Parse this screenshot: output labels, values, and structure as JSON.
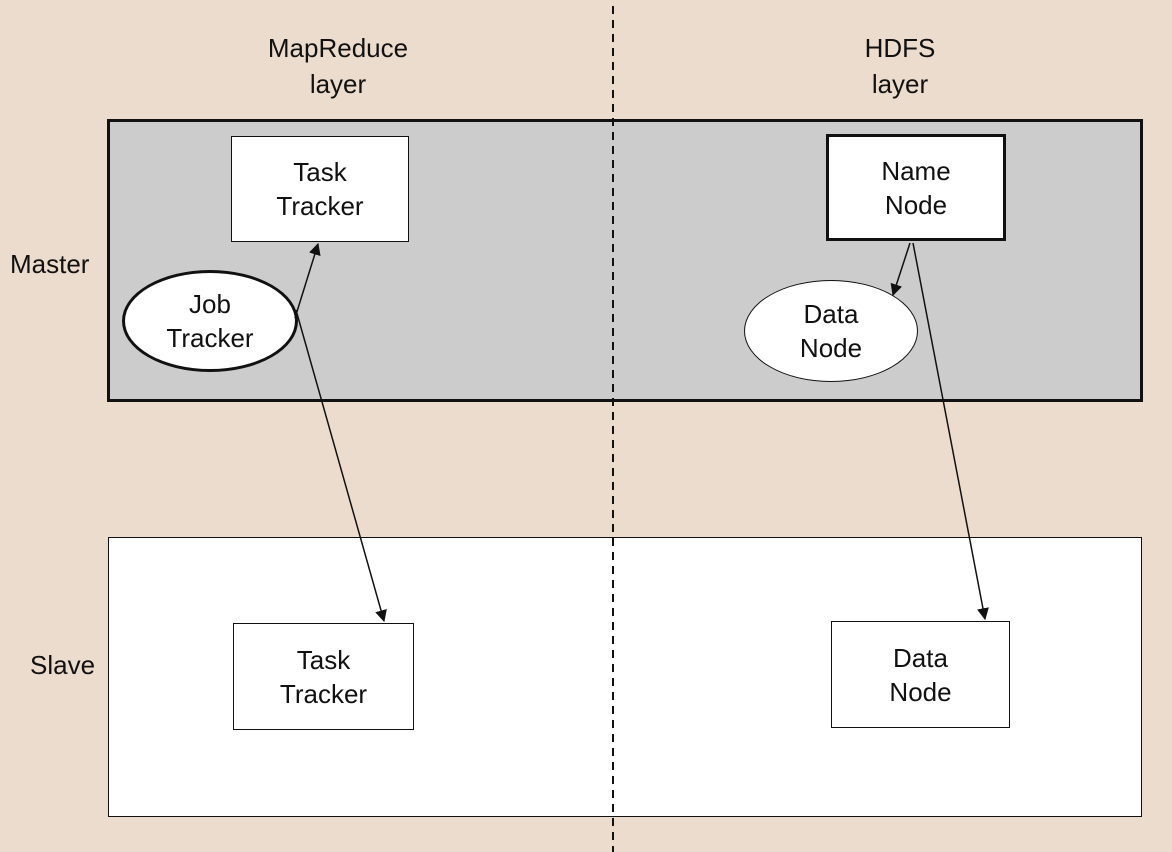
{
  "columns": {
    "mapreduce": {
      "line1": "MapReduce",
      "line2": "layer"
    },
    "hdfs": {
      "line1": "HDFS",
      "line2": "layer"
    }
  },
  "rows": {
    "master": "Master",
    "slave": "Slave"
  },
  "nodes": {
    "master_task_tracker": {
      "line1": "Task",
      "line2": "Tracker"
    },
    "job_tracker": {
      "line1": "Job",
      "line2": "Tracker"
    },
    "name_node": {
      "line1": "Name",
      "line2": "Node"
    },
    "master_data_node": {
      "line1": "Data",
      "line2": "Node"
    },
    "slave_task_tracker": {
      "line1": "Task",
      "line2": "Tracker"
    },
    "slave_data_node": {
      "line1": "Data",
      "line2": "Node"
    }
  },
  "colors": {
    "background": "#ecdccd",
    "master_zone": "#cccccc",
    "slave_zone": "#ffffff",
    "stroke": "#111111"
  }
}
